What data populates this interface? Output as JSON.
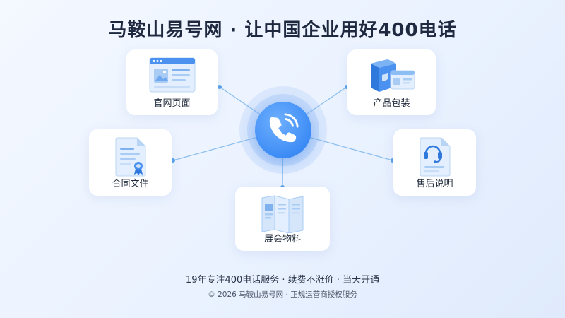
{
  "header": {
    "title": "马鞍山易号网 · 让中国企业用好400电话"
  },
  "hub": {
    "icon": "phone-ringing-icon",
    "color": "#3d8cf5"
  },
  "cards": [
    {
      "id": "website",
      "label": "官网页面",
      "icon": "webpage-icon"
    },
    {
      "id": "packaging",
      "label": "产品包装",
      "icon": "product-box-icon"
    },
    {
      "id": "contract",
      "label": "合同文件",
      "icon": "contract-document-icon"
    },
    {
      "id": "aftersales",
      "label": "售后说明",
      "icon": "headset-document-icon"
    },
    {
      "id": "exhibition",
      "label": "展会物料",
      "icon": "brochure-icon"
    }
  ],
  "footer": {
    "slogan": "19年专注400电话服务 · 续费不涨价 · 当天开通",
    "copyright": "© 2026 马鞍山易号网 · 正规运营商授权服务"
  },
  "colors": {
    "accent": "#3d8cf5",
    "line": "#8ec0ee",
    "background": "#eaf2ff"
  }
}
